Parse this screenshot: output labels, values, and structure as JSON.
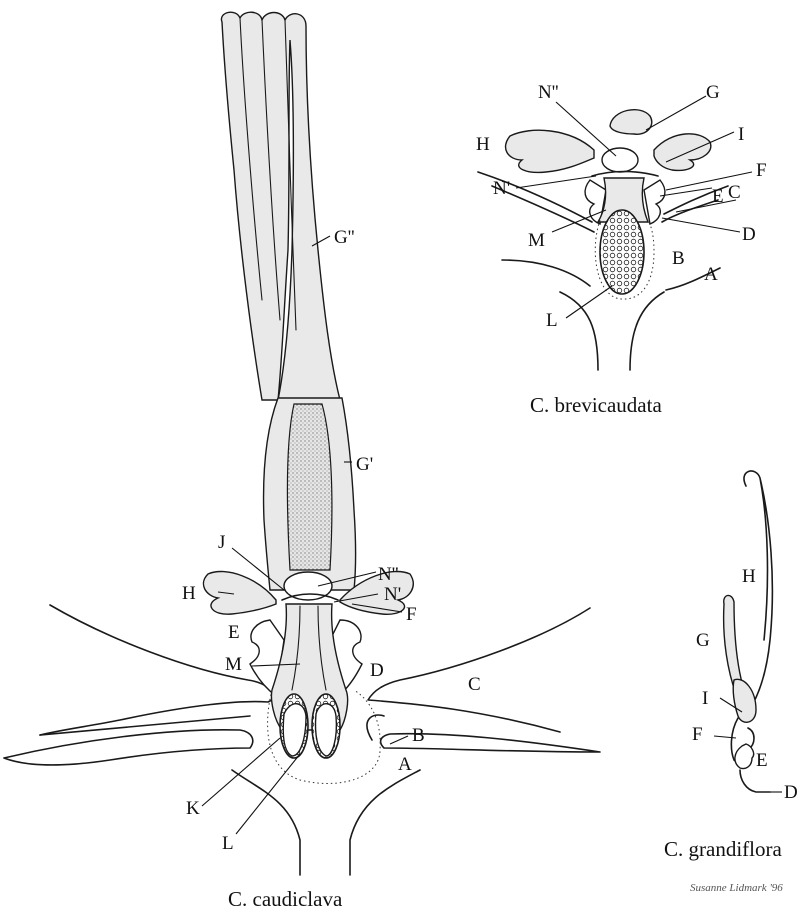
{
  "figures": {
    "caudiclava": {
      "caption": "C. caudiclava",
      "labels": {
        "G2": "G''",
        "G1": "G'",
        "N2": "N''",
        "N1": "N'",
        "J": "J",
        "H": "H",
        "F": "F",
        "E": "E",
        "M": "M",
        "D": "D",
        "C": "C",
        "B": "B",
        "A": "A",
        "K": "K",
        "L": "L"
      }
    },
    "brevicaudata": {
      "caption": "C. brevicaudata",
      "labels": {
        "N2": "N''",
        "G": "G",
        "I": "I",
        "H": "H",
        "F": "F",
        "N1": "N'",
        "E": "E",
        "C": "C",
        "M": "M",
        "D": "D",
        "B": "B",
        "A": "A",
        "L": "L"
      }
    },
    "grandiflora": {
      "caption": "C. grandiflora",
      "labels": {
        "H": "H",
        "G": "G",
        "I": "I",
        "F": "F",
        "E": "E",
        "D": "D"
      }
    }
  },
  "signature": "Susanne Lidmark '96"
}
